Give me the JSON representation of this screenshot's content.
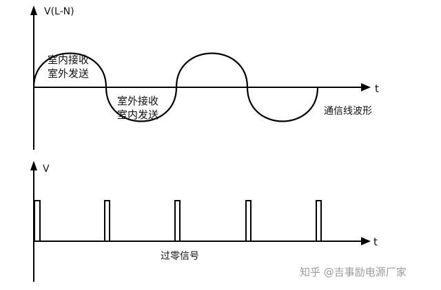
{
  "top": {
    "y_axis_label": "V(L-N)",
    "x_axis_label": "t",
    "pos_half_line1": "室内接收",
    "pos_half_line2": "室外发送",
    "neg_half_line1": "室外接收",
    "neg_half_line2": "室内发送",
    "waveform_label": "通信线波形"
  },
  "bottom": {
    "y_axis_label": "V",
    "x_axis_label": "t",
    "pulses_label": "过零信号"
  },
  "watermark": "知乎 @吉事励电源厂家"
}
